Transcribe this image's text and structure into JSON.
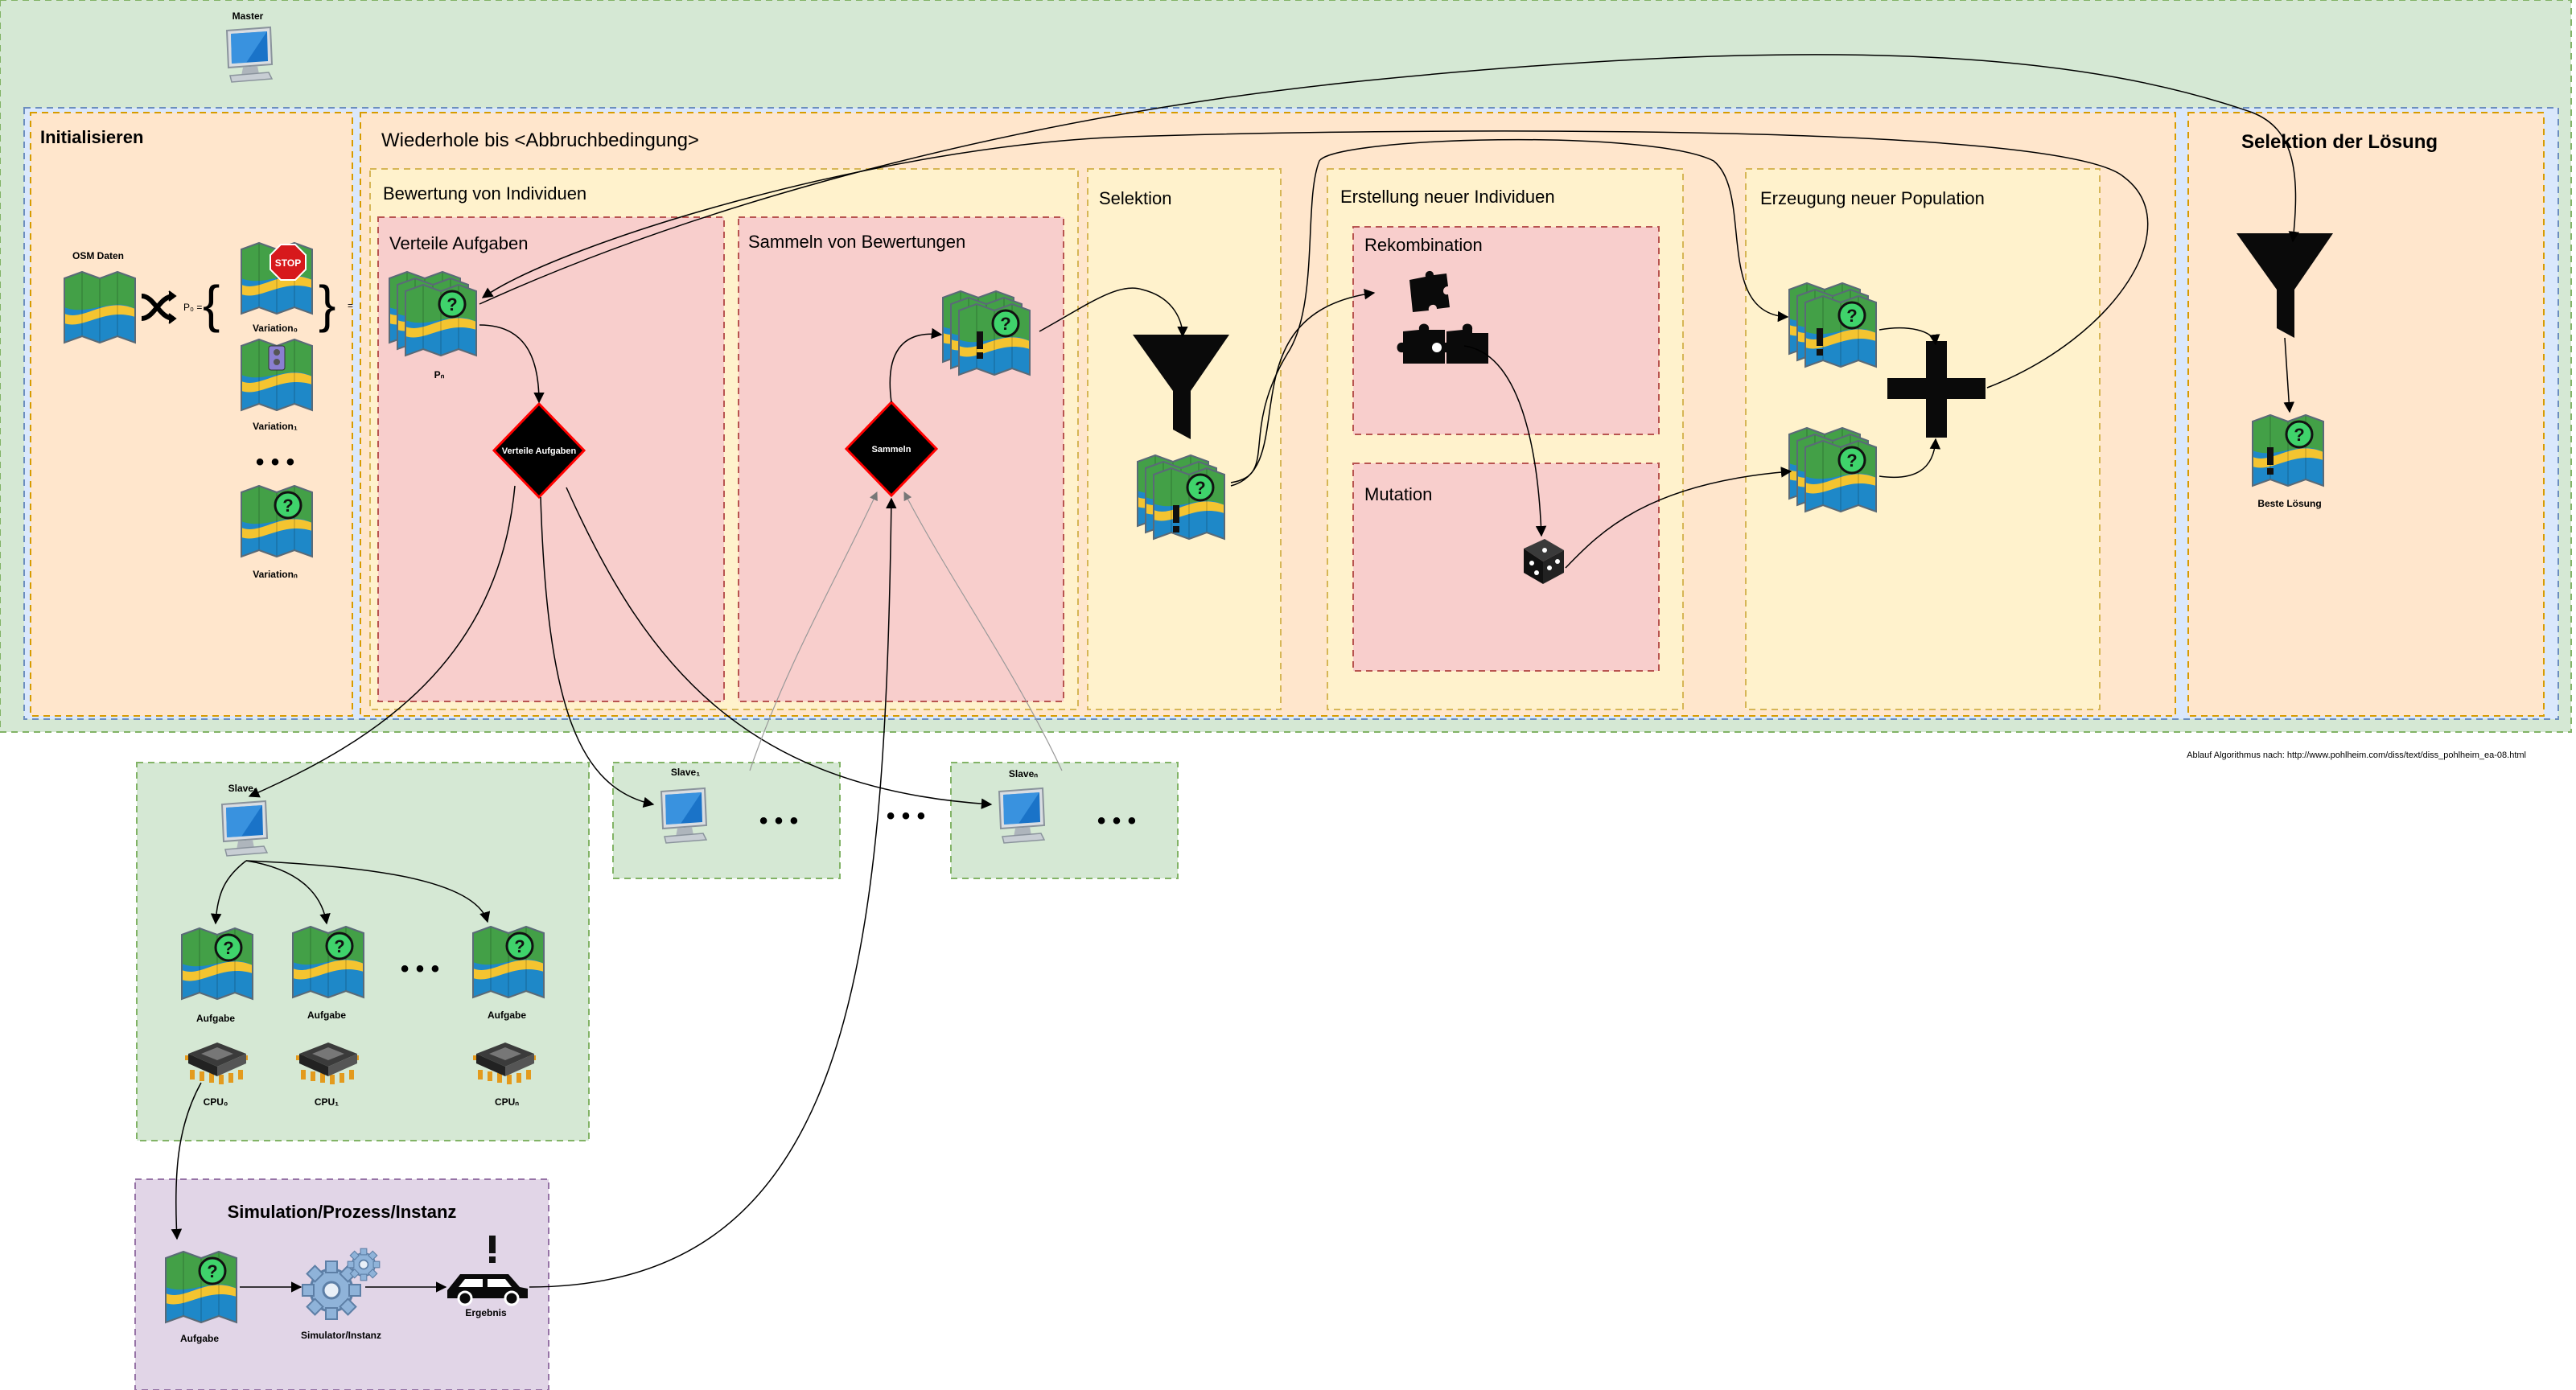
{
  "master": {
    "label": "Master"
  },
  "sections": {
    "init": "Initialisieren",
    "repeat": "Wiederhole bis <Abbruchbedingung>",
    "selection_solution": "Selektion der Lösung",
    "evaluate": "Bewertung von Individuen",
    "distribute": "Verteile Aufgaben",
    "collect": "Sammeln von Bewertungen",
    "selection": "Selektion",
    "new_individuals": "Erstellung neuer Individuen",
    "recombination": "Rekombination",
    "mutation": "Mutation",
    "new_population": "Erzeugung neuer Population",
    "simulation": "Simulation/Prozess/Instanz"
  },
  "init": {
    "osm": "OSM Daten",
    "p0_label": "P₀ =",
    "stop_sign": "STOP",
    "variation0": "Variation₀",
    "variation1": "Variation₁",
    "variationn": "Variationₙ",
    "ellipsis": "• • •"
  },
  "evaluate": {
    "pn": "Pₙ",
    "decision_distribute": "Verteile Aufgaben",
    "decision_collect": "Sammeln"
  },
  "solution": {
    "best": "Beste Lösung"
  },
  "source_note": "Ablauf Algorithmus nach: http://www.pohlheim.com/diss/text/diss_pohlheim_ea-08.html",
  "slaves": {
    "slave0": "Slave₀",
    "slave1": "Slave₁",
    "slaven": "Slaveₙ",
    "ellipsis": "• • •",
    "task": "Aufgabe",
    "cpu0": "CPU₀",
    "cpu1": "CPU₁",
    "cpun": "CPUₙ"
  },
  "simulation": {
    "task": "Aufgabe",
    "simulator": "Simulator/Instanz",
    "result": "Ergebnis"
  },
  "colors": {
    "green_bg": "#d5e8d4",
    "green_border": "#82b366",
    "orange_bg": "#ffe6cc",
    "orange_border": "#d79b00",
    "yellow_bg": "#fff2cc",
    "yellow_border": "#d6b656",
    "red_bg": "#f8cecc",
    "red_border": "#b85450",
    "purple_bg": "#e1d5e7",
    "purple_border": "#9673a6",
    "decision_border": "#ff0000"
  }
}
